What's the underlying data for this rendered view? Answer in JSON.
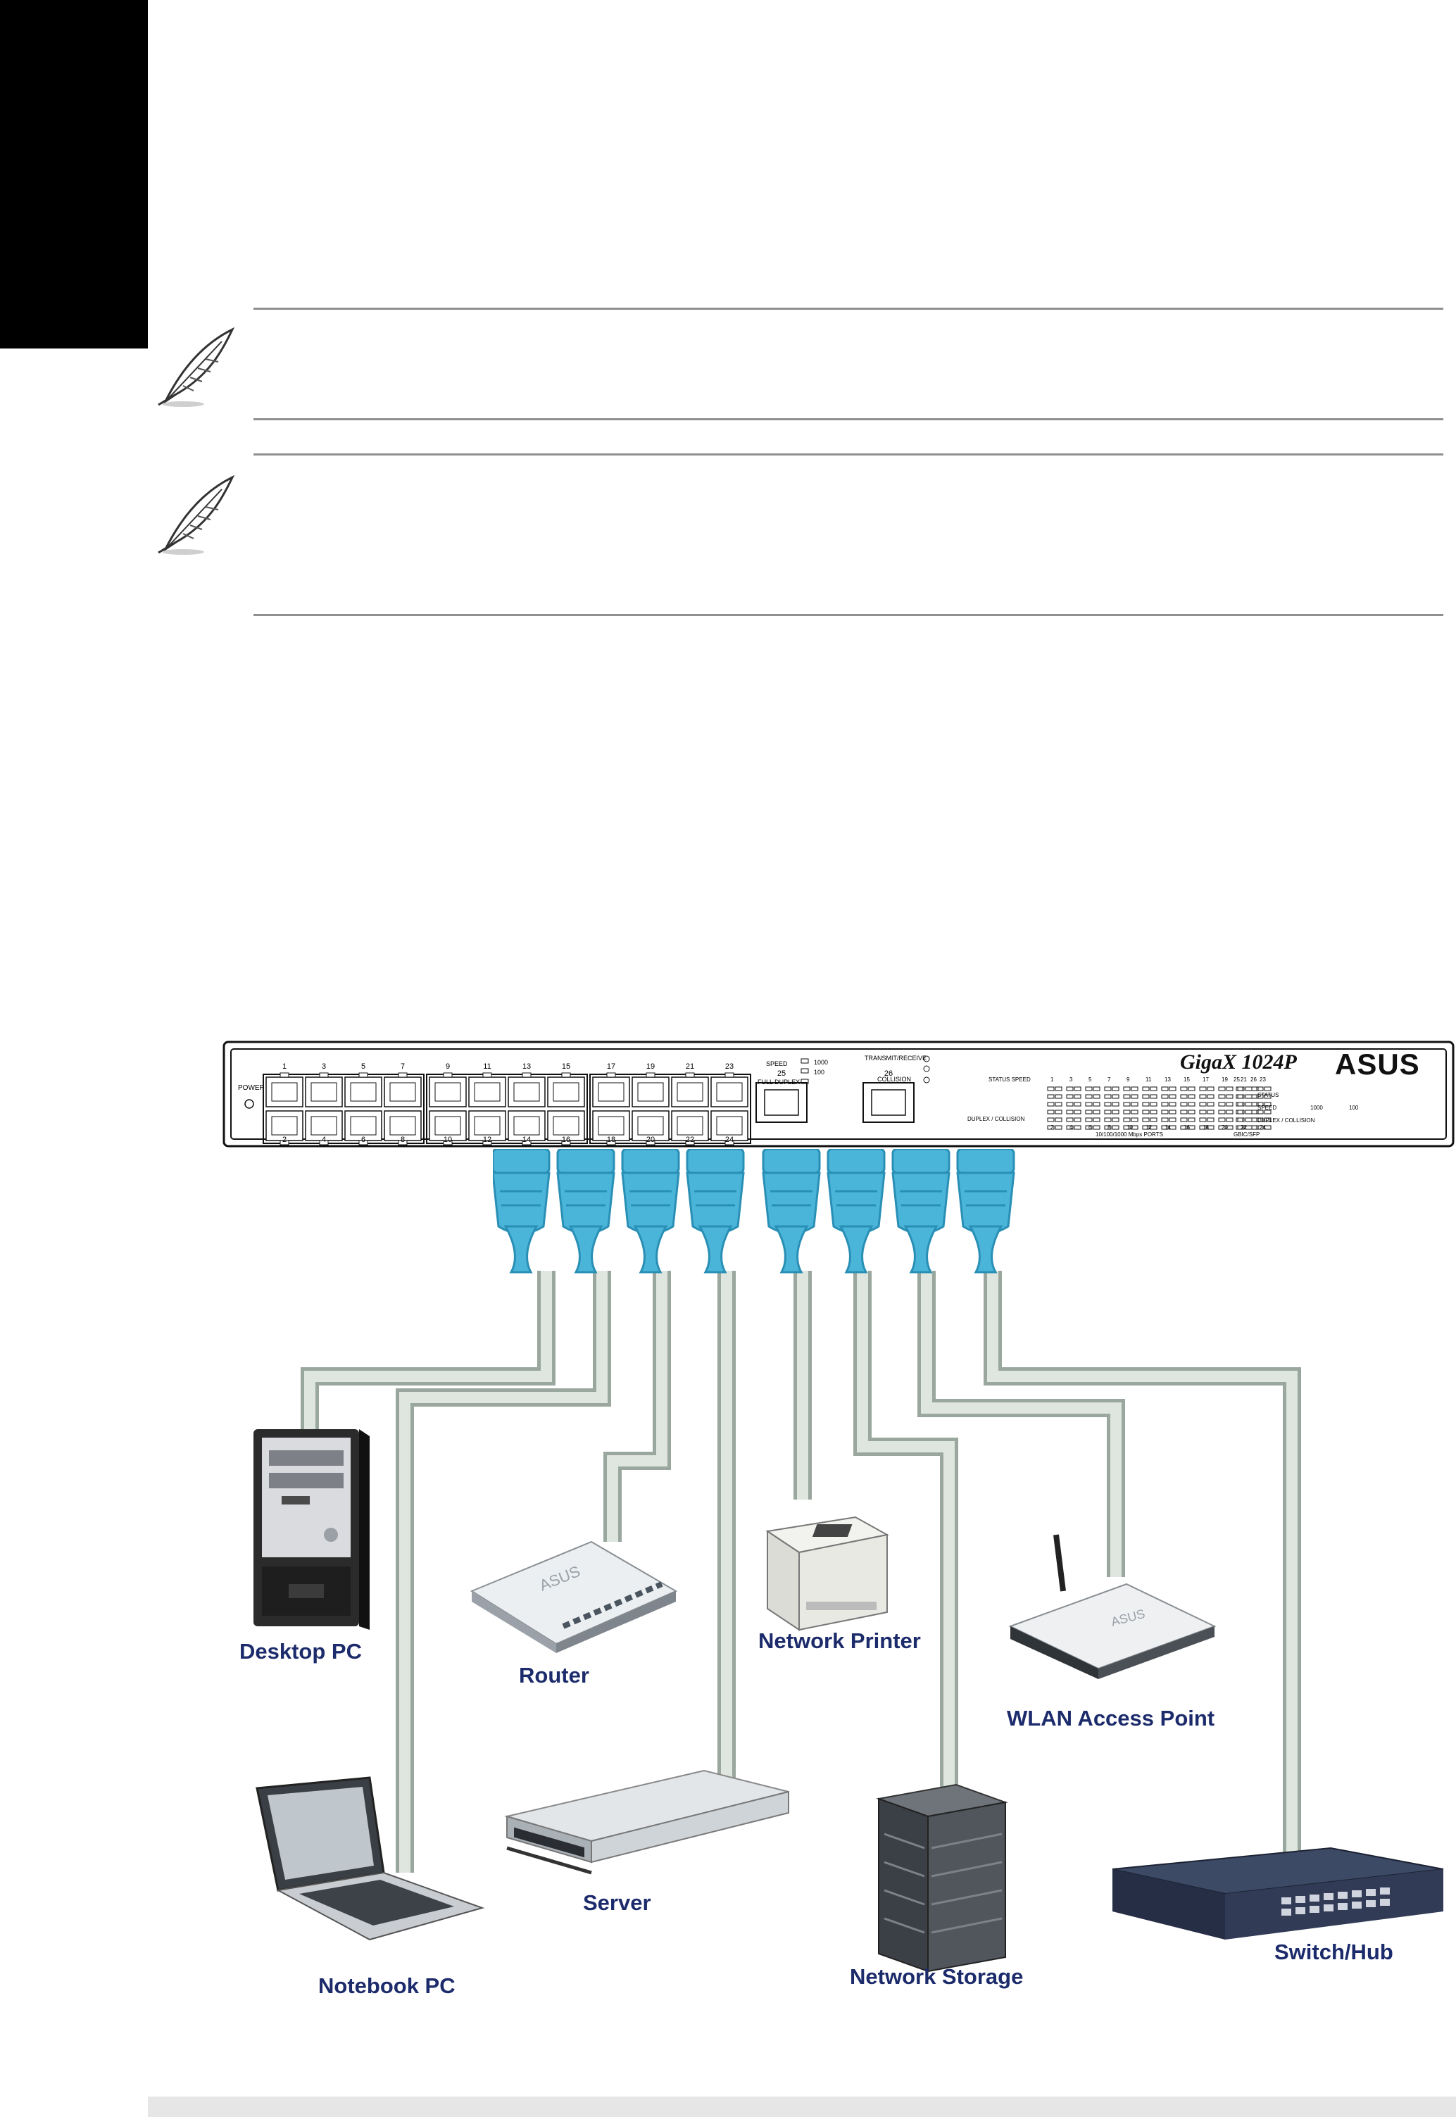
{
  "colors": {
    "cable_outer": "#9aa79e",
    "cable_inner": "#dfe6df",
    "connector": "#4bb5d9",
    "connector_dark": "#2a8fb5",
    "label": "#1c2b6b"
  },
  "panel": {
    "top_port_numbers": [
      "1",
      "3",
      "5",
      "7",
      "9",
      "11",
      "13",
      "15",
      "17",
      "19",
      "21",
      "23"
    ],
    "bottom_port_numbers": [
      "2",
      "4",
      "6",
      "8",
      "10",
      "12",
      "14",
      "16",
      "18",
      "20",
      "22",
      "24"
    ],
    "uplink_25": "25",
    "uplink_26": "26",
    "power_label": "POWER",
    "speed_label": "SPEED",
    "speed_1000": "1000",
    "speed_100": "100",
    "full_duplex_label": "FULL DUPLEX",
    "transmit_receive_label": "TRANSMIT/RECEIVE",
    "collision_label": "COLLISION",
    "status_speed_label": "STATUS SPEED",
    "duplex_collision_label": "DUPLEX / COLLISION",
    "led_top_numbers": [
      "1",
      "3",
      "5",
      "7",
      "9",
      "11",
      "13",
      "15",
      "17",
      "19",
      "21",
      "23"
    ],
    "led_bottom_numbers": [
      "2",
      "4",
      "6",
      "8",
      "10",
      "12",
      "14",
      "16",
      "18",
      "20",
      "22",
      "24"
    ],
    "uplink_led_25": "25",
    "uplink_led_26": "26",
    "legend_status": "STATUS",
    "legend_speed": "SPEED",
    "legend_1000": "1000",
    "legend_100": "100",
    "legend_duplex": "DUPLEX / COLLISION",
    "legend_lan_ports": "10/100/1000 Mbps PORTS",
    "legend_uplink": "GBIC/SFP",
    "brand_model": "GigaX 1024P",
    "brand_logo": "ASUS"
  },
  "devices": {
    "desktop_pc": "Desktop PC",
    "router": "Router",
    "network_printer": "Network Printer",
    "wlan_access_point": "WLAN Access Point",
    "notebook_pc": "Notebook PC",
    "server": "Server",
    "network_storage": "Network Storage",
    "switch_hub": "Switch/Hub"
  }
}
